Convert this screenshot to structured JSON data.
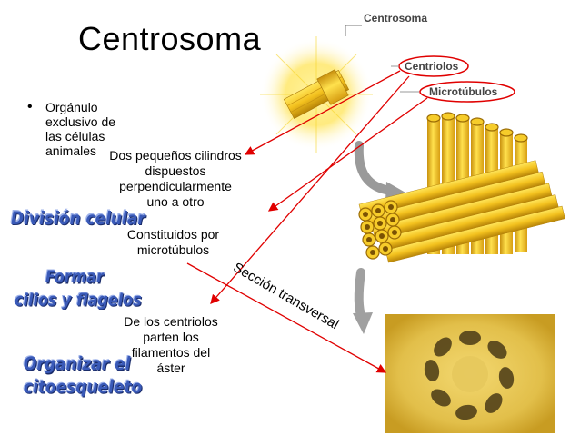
{
  "title": "Centrosoma",
  "bullet": "Orgánulo exclusivo de las células animales",
  "notes": {
    "cilindros": "Dos pequeños cilindros dispuestos perpendicularmente uno a otro",
    "constituidos": "Constituidos por microtúbulos",
    "parten": "De los centriolos parten los filamentos del áster"
  },
  "functions": {
    "division": "División celular",
    "cilios_line1": "Formar",
    "cilios_line2": "cilios y flagelos",
    "citoesqueleto_line1": "Organizar el",
    "citoesqueleto_line2": "citoesqueleto"
  },
  "figure_labels": {
    "centrosoma": "Centrosoma",
    "centriolos": "Centriolos",
    "microtubulos": "Microtúbulos",
    "seccion": "Sección transversal"
  },
  "colors": {
    "arrow": "#e00000",
    "tube": "#f2c21a",
    "tube_dark": "#b8860b",
    "wordart": "#3a5ab8"
  }
}
